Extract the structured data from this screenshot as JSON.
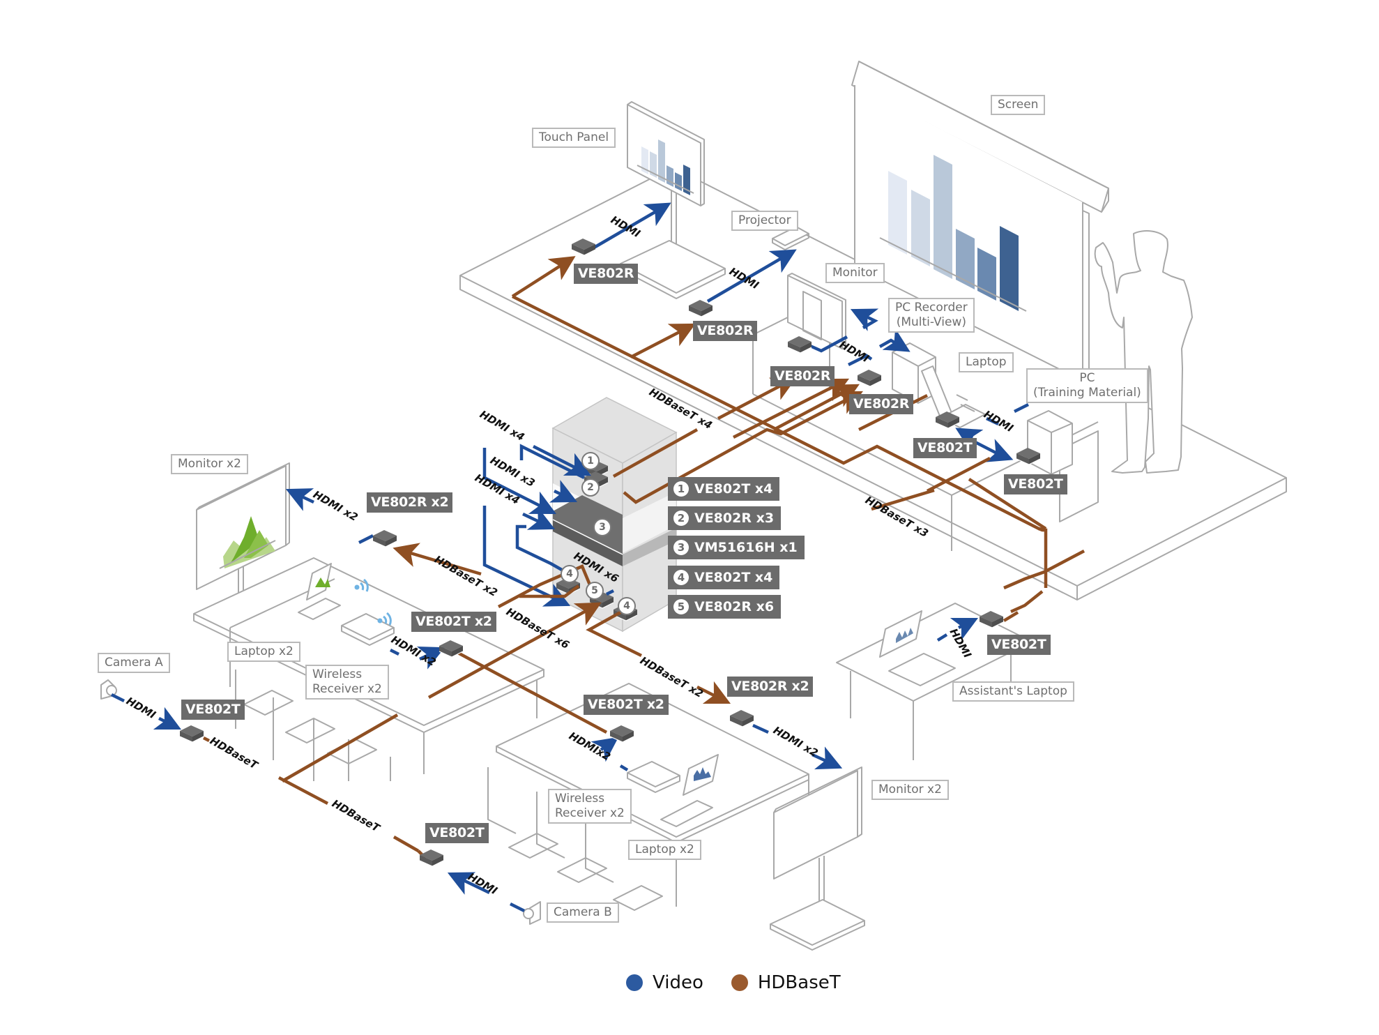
{
  "colors": {
    "video": "#1f4e9a",
    "hdbaset": "#8f4f22",
    "device": "#6b6b6b",
    "outline": "#a8a8a8"
  },
  "labels": {
    "touch_panel": "Touch Panel",
    "screen": "Screen",
    "projector": "Projector",
    "monitor_top": "Monitor",
    "pc_recorder_line1": "PC Recorder",
    "pc_recorder_line2": "(Multi-View)",
    "laptop_top": "Laptop",
    "pc_training_line1": "PC",
    "pc_training_line2": "(Training Material)",
    "monitor_left": "Monitor x2",
    "camera_a": "Camera A",
    "laptop_left": "Laptop x2",
    "wireless_left_line1": "Wireless",
    "wireless_left_line2": "Receiver x2",
    "assistant_laptop": "Assistant's Laptop",
    "monitor_right": "Monitor x2",
    "wireless_bottom_line1": "Wireless",
    "wireless_bottom_line2": "Receiver x2",
    "laptop_bottom": "Laptop x2",
    "camera_b": "Camera B"
  },
  "device_tags": {
    "touch_panel_rx": "VE802R",
    "projector_rx": "VE802R",
    "monitor_rx": "VE802R",
    "recorder_rx": "VE802R",
    "laptop_tx": "VE802T",
    "pc_tx": "VE802T",
    "left_monitor_rx": "VE802R x2",
    "left_wireless_tx": "VE802T x2",
    "camera_a_tx": "VE802T",
    "bottom_wireless_tx": "VE802T x2",
    "right_monitor_rx": "VE802R x2",
    "camera_b_tx": "VE802T",
    "assistant_tx": "VE802T"
  },
  "rack_key": [
    {
      "num": "1",
      "label": "VE802T x4"
    },
    {
      "num": "2",
      "label": "VE802R x3"
    },
    {
      "num": "3",
      "label": "VM51616H x1"
    },
    {
      "num": "4",
      "label": "VE802T x4"
    },
    {
      "num": "5",
      "label": "VE802R x6"
    }
  ],
  "rack_numbers": [
    "1",
    "2",
    "3",
    "4",
    "5",
    "4"
  ],
  "cable_labels": {
    "hdmi_touch": "HDMI",
    "hdmi_projector": "HDMI",
    "hdmi_recorder": "HDMI",
    "hdmi_pc": "HDMI",
    "hdbaset_x4": "HDBaseT x4",
    "hdbaset_x3": "HDBaseT x3",
    "hdmi_x4_a": "HDMI x4",
    "hdmi_x3": "HDMI x3",
    "hdmi_x4_b": "HDMI x4",
    "hdmi_x6": "HDMI x6",
    "hdmi_x2_left_monitor": "HDMI x2",
    "hdbaset_x2_left": "HDBaseT x2",
    "hdbaset_x6": "HDBaseT x6",
    "hdmi_x2_left_wireless": "HDMI x2",
    "hdmi_camera_a": "HDMI",
    "hdbaset_camera_a": "HDBaseT",
    "hdbaset_camera_b": "HDBaseT",
    "hdmi_camera_b": "HDMI",
    "hdmix2_bottom": "HDMIx2",
    "hdbaset_x2_right": "HDBaseT x2",
    "hdmi_x2_right_monitor": "HDMI x2",
    "hdmi_assistant": "HDMI"
  },
  "legend": [
    {
      "label": "Video",
      "color": "#2c5aa0"
    },
    {
      "label": "HDBaseT",
      "color": "#9a5a2e"
    }
  ]
}
